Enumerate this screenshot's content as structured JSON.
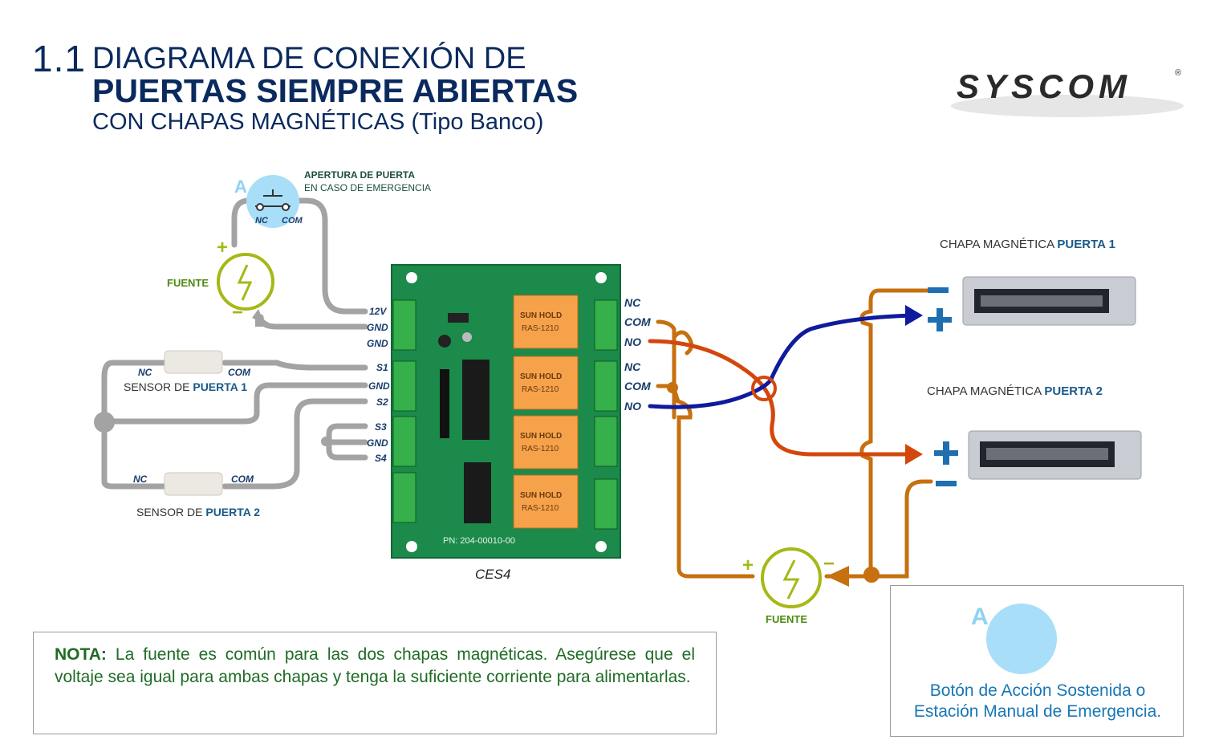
{
  "header": {
    "number": "1.1",
    "line1": "DIAGRAMA DE CONEXIÓN DE",
    "line2": "PUERTAS SIEMPRE ABIERTAS",
    "line3": "CON CHAPAS MAGNÉTICAS (Tipo Banco)"
  },
  "logo": {
    "text": "SYSCOM",
    "mark": "®"
  },
  "emergency": {
    "badge": "A",
    "title": "APERTURA DE PUERTA",
    "subtitle": "EN CASO DE EMERGENCIA",
    "nc": "NC",
    "com": "COM"
  },
  "power_left": {
    "label": "FUENTE",
    "plus": "+",
    "minus": "−"
  },
  "power_right": {
    "label": "FUENTE",
    "plus": "+",
    "minus": "−"
  },
  "sensor1": {
    "nc": "NC",
    "com": "COM",
    "label": "SENSOR DE ",
    "label_bold": "PUERTA 1"
  },
  "sensor2": {
    "nc": "NC",
    "com": "COM",
    "label": "SENSOR DE ",
    "label_bold": "PUERTA 2"
  },
  "board": {
    "name": "CES4",
    "pn": "PN: 204-00010-00",
    "left_pins": [
      "12V",
      "GND",
      "GND",
      "S1",
      "GND",
      "S2",
      "S3",
      "GND",
      "S4"
    ],
    "right_pins": [
      "NC",
      "COM",
      "NO",
      "NC",
      "COM",
      "NO"
    ],
    "relay_brand": "SUN HOLD",
    "relay_model": "RAS-1210"
  },
  "lock1": {
    "label": "CHAPA MAGNÉTICA ",
    "label_bold": "PUERTA 1"
  },
  "lock2": {
    "label": "CHAPA MAGNÉTICA ",
    "label_bold": "PUERTA 2"
  },
  "note": {
    "bold": "NOTA:",
    "text": " La fuente es común para las dos chapas magnéticas. Asegúrese que el voltaje sea igual para ambas chapas y tenga la suficiente corriente para alimentarlas."
  },
  "legend": {
    "badge": "A",
    "line1": "Botón de Acción Sostenida o",
    "line2": "Estación Manual de Emergencia."
  },
  "colors": {
    "title": "#0a2a5e",
    "gray_wire": "#a3a3a3",
    "orange_wire": "#c6700f",
    "red_wire": "#d4470c",
    "blue_wire": "#0f1a9c",
    "power": "#a6b816",
    "lock_sign": "#1f6fb0",
    "board": "#1b8a4a"
  }
}
